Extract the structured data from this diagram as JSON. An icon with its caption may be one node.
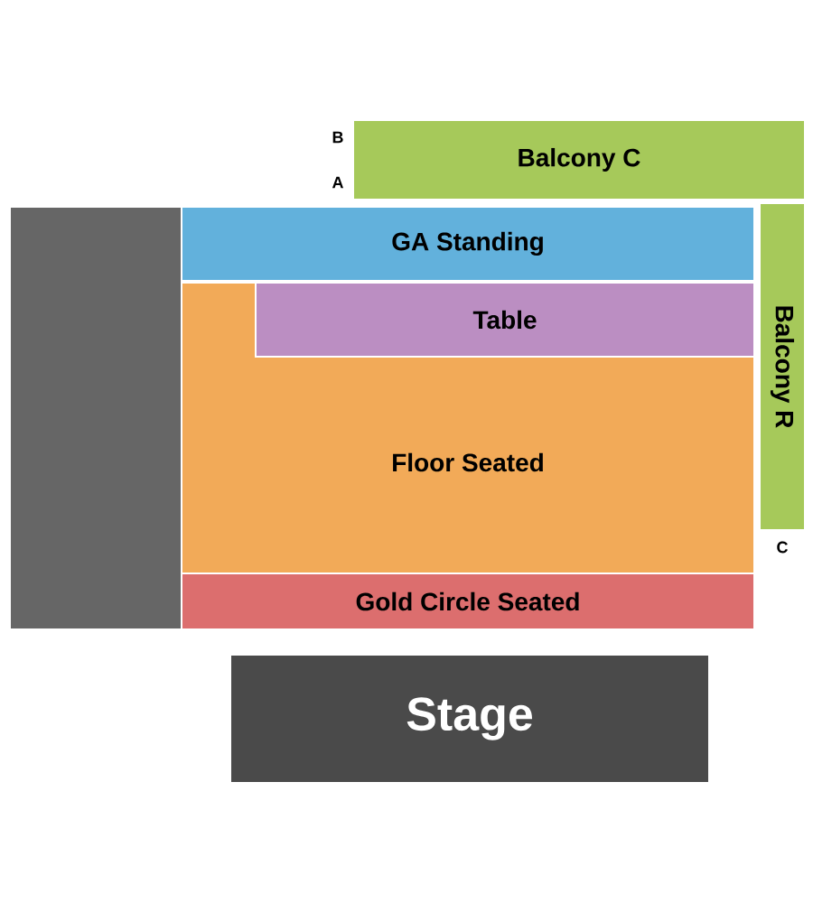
{
  "diagram": {
    "nodes": [
      {
        "text": [
          "Balcony C"
        ]
      },
      {
        "text": [],
        "shape": "box"
      },
      {
        "text": [
          "GA Standing"
        ]
      },
      {
        "text": [
          "Table"
        ]
      },
      {
        "text": [
          "Floor Seated"
        ]
      },
      {
        "text": [
          "Balcony R"
        ]
      },
      {
        "text": [
          "Gold Circle Seated"
        ]
      },
      {
        "text": [
          "Stage"
        ]
      }
    ],
    "labels": [
      "B",
      "A",
      "C"
    ]
  }
}
